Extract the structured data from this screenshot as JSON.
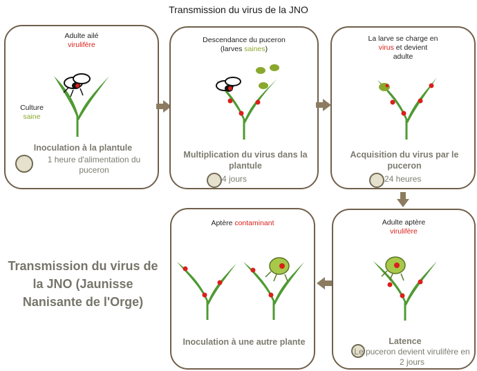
{
  "title": "Transmission du virus de la JNO",
  "panel1": {
    "top1": "Adulte ailé",
    "top2": "virulifère",
    "left1": "Culture",
    "left2": "saine",
    "bold": "Inoculation à la plantule",
    "sub": "1 heure d'alimentation du puceron"
  },
  "panel2": {
    "top1": "Descendance du puceron",
    "top2a": "(larves ",
    "top2b": "saines",
    "top2c": ")",
    "bold": "Multiplication du virus dans la plantule",
    "sub": "4 jours"
  },
  "panel3": {
    "top1": "La larve se charge en",
    "top2a": "virus",
    "top2b": " et devient",
    "top3": "adulte",
    "bold": "Acquisition du virus par le puceron",
    "sub": "24 heures"
  },
  "panel4": {
    "top1": "Aptère ",
    "top2": "contaminant",
    "bold": "Inoculation à une autre plante"
  },
  "panel5": {
    "top1": "Adulte aptère",
    "top2": "virulifère",
    "bold": "Latence",
    "sub": "Le puceron devient virulifère en 2 jours"
  },
  "side_text": "Transmission du virus de la JNO (Jaunisse Nanisante de l'Orge)",
  "colors": {
    "border": "#6f5f4a",
    "leaf": "#4f9a33",
    "virus_red": "#d8211b",
    "healthy_green": "#8aa82e",
    "arrow": "#8c7b61",
    "caption_gray": "#7c7b70"
  }
}
